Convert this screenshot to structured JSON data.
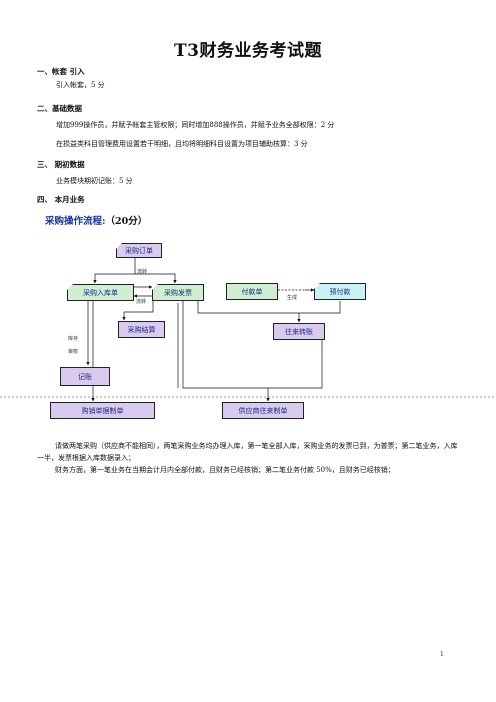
{
  "title": "T3财务业务考试题",
  "sections": [
    {
      "heading": "一、帐套 引入",
      "lines": [
        "引入帐套，5 分"
      ]
    },
    {
      "heading": "二、基础数据",
      "lines": [
        "增加999操作员，并赋予帐套主管权限；同时增加888操作员，并赋予业务全部权限：2 分",
        "在损益类科目管理费用设置若干明细，且均将明细科目设置为项目辅助核算：3 分"
      ]
    },
    {
      "heading": "三、 期初数据",
      "lines": [
        "业务模块期初记账：5 分"
      ]
    },
    {
      "heading": "四、 本月业务",
      "lines": []
    }
  ],
  "flow": {
    "title": "采购操作流程:",
    "points": "（20分）",
    "nodes": {
      "order": "采购订单",
      "inbound": "采购入库单",
      "invoice": "采购发票",
      "payment": "付款单",
      "prepay": "预付款",
      "settle": "采购结算",
      "transfer": "往来转账",
      "bookkeep": "记账",
      "pur_voucher": "购销单据制单",
      "sup_voucher": "供应商往来制单"
    },
    "labels": {
      "flow1": "流转",
      "flow2": "流转",
      "generate": "生成",
      "stock": "库存",
      "audit": "审核"
    },
    "colors": {
      "purple": "#d8cbee",
      "green": "#cfeed2",
      "cyan": "#c9f1f6",
      "dashed": "#333333"
    }
  },
  "paragraphs": [
    "请做两笔采购（供应商不能相同），两笔采购业务均办理入库，第一笔全部入库，采购业务的发票已到，为普票；第二笔业务，入库一半，发票根据入库数据录入；",
    "财务方面，第一笔业务在当期会计月内全部付款，且财务已经核销；第二笔业务付款 50%，且财务已经核销；"
  ],
  "page_number": "1"
}
